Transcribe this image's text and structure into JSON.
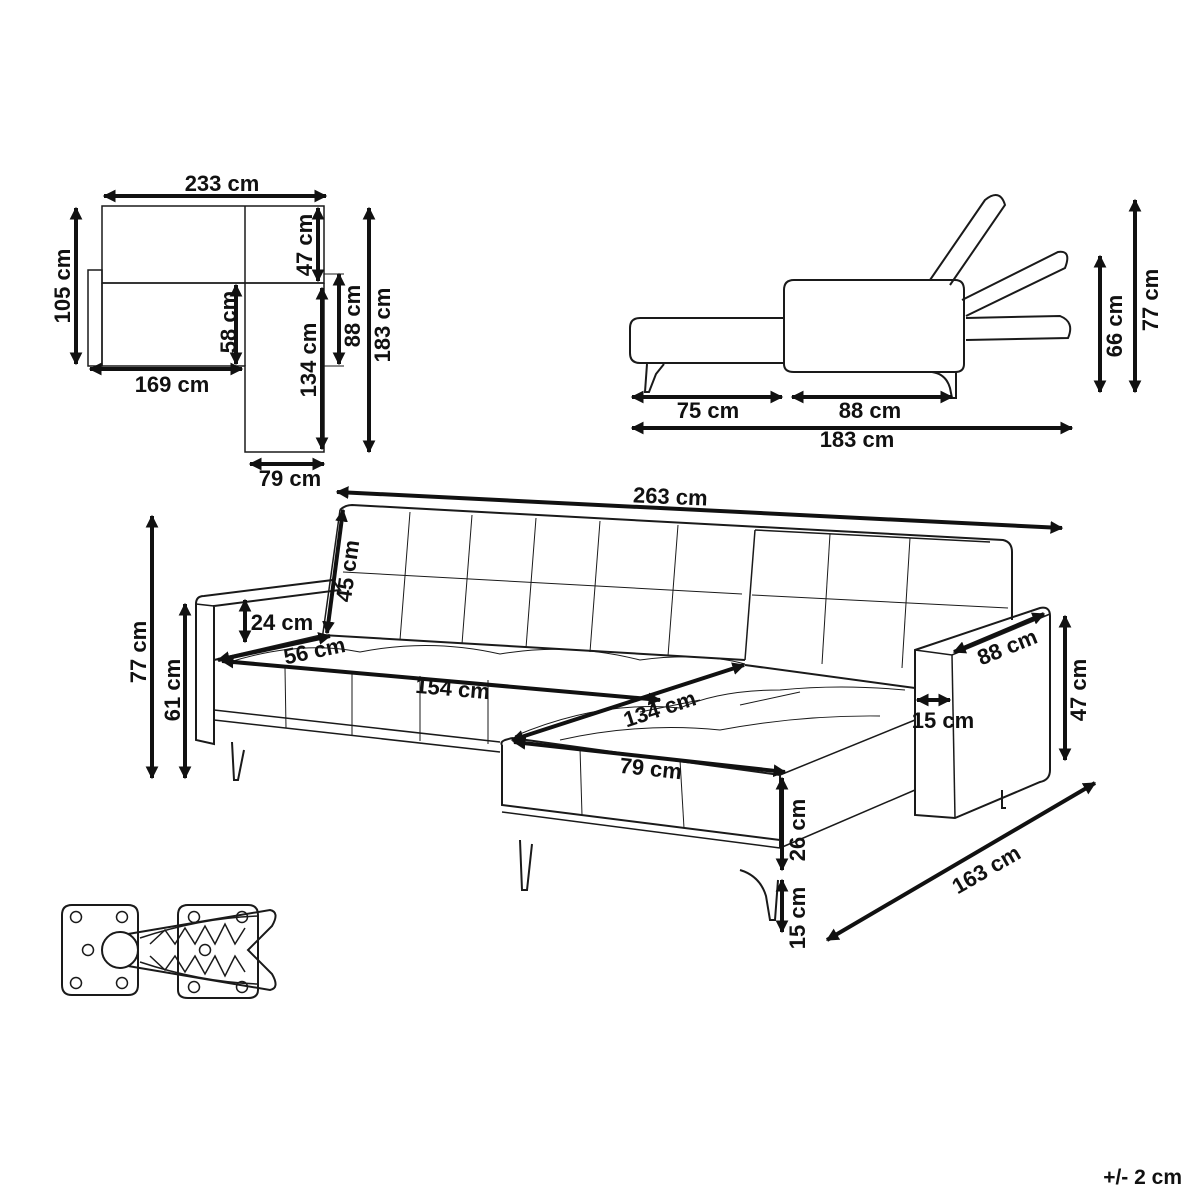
{
  "top_view": {
    "total_width": "233 cm",
    "depth": "105 cm",
    "sofa_width": "169 cm",
    "back_depth": "47 cm",
    "seat_depth": "58 cm",
    "chaise_length": "134 cm",
    "chaise_depth": "88 cm",
    "total_length": "183 cm",
    "chaise_width": "79 cm"
  },
  "side_view": {
    "height_raised": "77 cm",
    "height_flat": "66 cm",
    "section_a": "75 cm",
    "section_b": "88 cm",
    "total": "183 cm"
  },
  "main_view": {
    "width": "263 cm",
    "back_height": "45 cm",
    "armrest_height": "24 cm",
    "seat_depth": "56 cm",
    "seat_width": "154 cm",
    "chaise_inner": "134 cm",
    "arm_depth": "88 cm",
    "arm_width": "15 cm",
    "arm_height": "47 cm",
    "chaise_width": "79 cm",
    "seat_thickness": "26 cm",
    "leg_height": "15 cm",
    "chaise_length": "163 cm",
    "total_height": "77 cm",
    "seat_height": "61 cm"
  },
  "tolerance": "+/- 2 cm"
}
